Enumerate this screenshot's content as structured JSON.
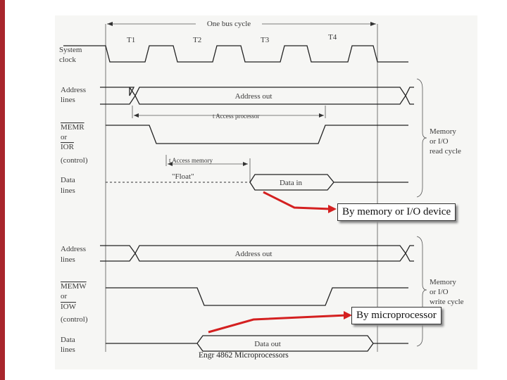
{
  "diagram": {
    "bus_cycle_label": "One bus cycle",
    "states": [
      "T1",
      "T2",
      "T3",
      "T4"
    ],
    "read": {
      "clock_label": [
        "System",
        "clock"
      ],
      "address_label": [
        "Address",
        "lines"
      ],
      "address_out": "Address out",
      "t_access_processor": "t Access processor",
      "control_label": [
        "MEMR",
        "or",
        "IOR",
        "(control)"
      ],
      "t_access_memory": "t Access memory",
      "float": "\"Float\"",
      "data_label": [
        "Data",
        "lines"
      ],
      "data_in": "Data in",
      "cycle_label": [
        "Memory",
        "or I/O",
        "read cycle"
      ]
    },
    "write": {
      "address_label": [
        "Address",
        "lines"
      ],
      "address_out": "Address out",
      "control_label": [
        "MEMW",
        "or",
        "IOW",
        "(control)"
      ],
      "cycle_label": [
        "Memory",
        "or I/O",
        "write cycle"
      ],
      "data_label": [
        "Data",
        "lines"
      ],
      "data_out": "Data out"
    }
  },
  "callouts": {
    "read": "By memory or I/O device",
    "write": "By microprocessor"
  },
  "footer": "Engr 4862 Microprocessors",
  "colors": {
    "accent_bar": "#a8262c",
    "arrow": "#d42020"
  }
}
